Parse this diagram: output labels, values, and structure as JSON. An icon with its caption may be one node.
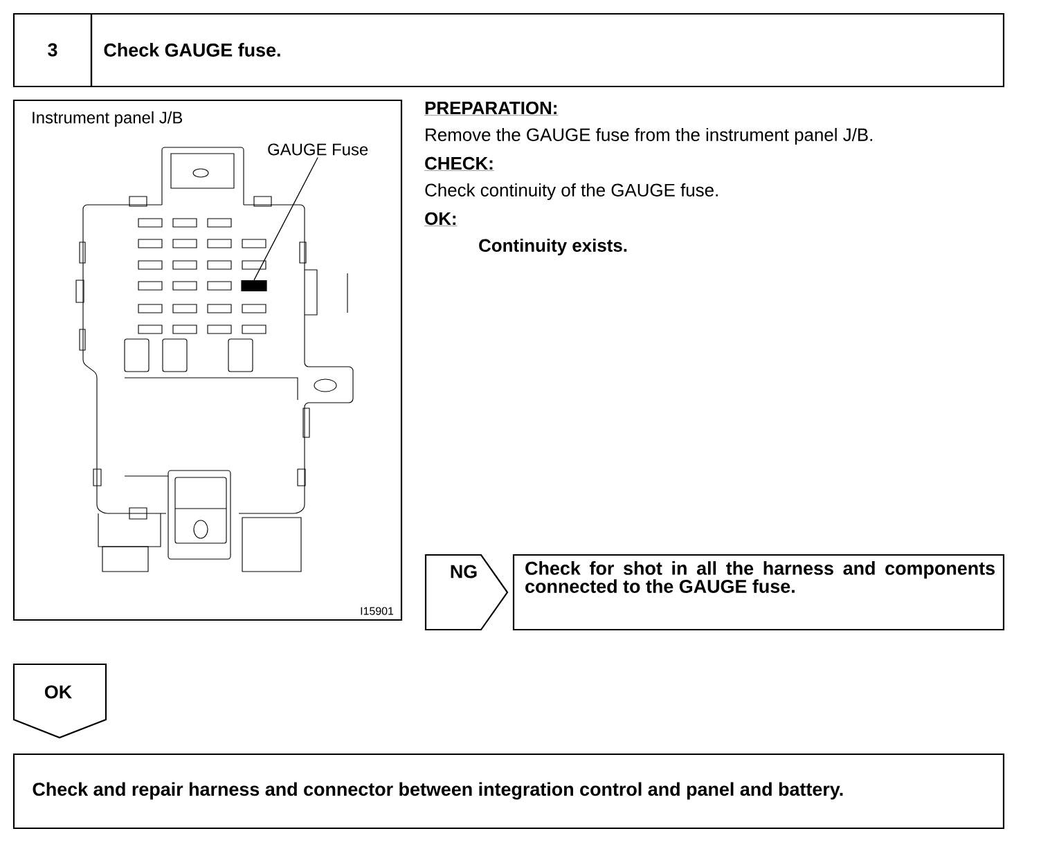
{
  "diagram": {
    "nodes": [
      {
        "text": [
          "3"
        ]
      },
      {
        "text": [
          "Check GAUGE fuse."
        ]
      },
      {
        "text": [
          "Instrument panel J/B"
        ]
      },
      {
        "text": [
          "GAUGE Fuse"
        ],
        "in": 2
      },
      {
        "text": [],
        "shape": "bar",
        "in": 2
      },
      {
        "text": [
          "NG"
        ]
      },
      {
        "text": [
          "Check for shot in all the harness and components connected to the GAUGE fuse."
        ]
      },
      {
        "text": [
          "OK"
        ]
      },
      {
        "text": [
          "Check and repair harness and connector between integration control and panel and battery."
        ]
      }
    ],
    "edges": [
      {
        "from": 3,
        "to": 4,
        "arrow": "none"
      }
    ],
    "labels": [
      "PREPARATION:",
      "Remove the GAUGE fuse from the instrument panel J/B.",
      "CHECK:",
      "Check continuity of the GAUGE fuse.",
      "OK:",
      "Continuity exists.",
      "I15901"
    ]
  }
}
